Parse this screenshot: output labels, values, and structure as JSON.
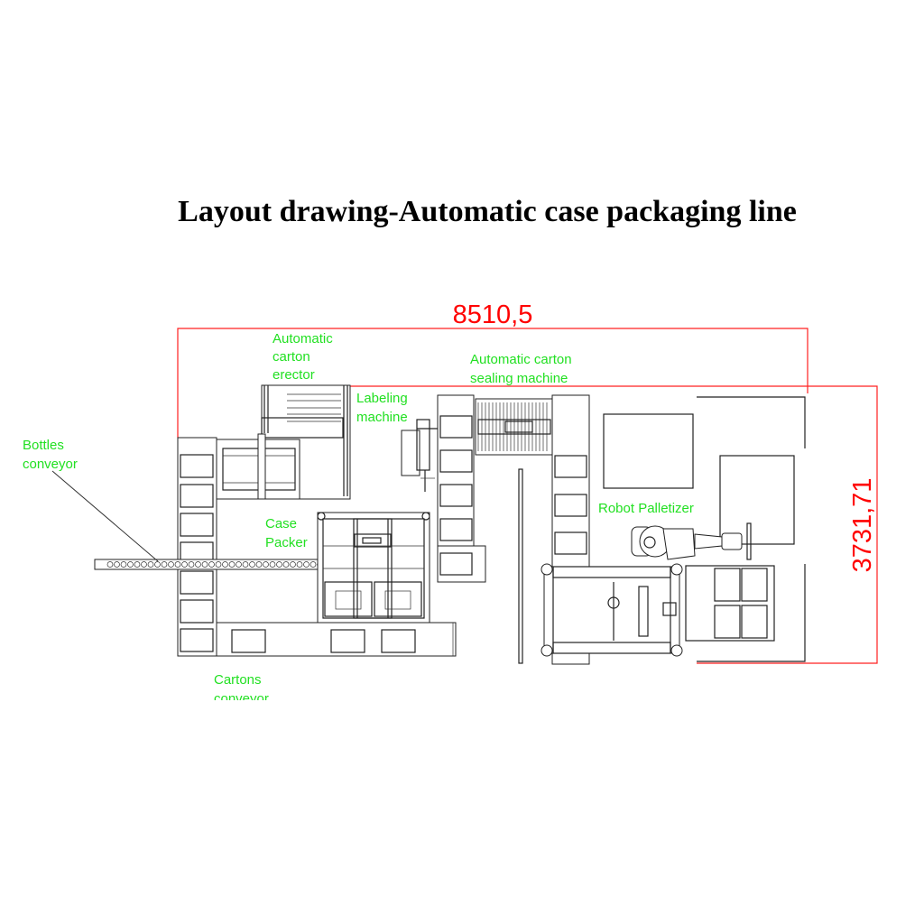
{
  "title": "Layout drawing-Automatic case packaging line",
  "dimensions": {
    "width": "8510,5",
    "height": "3731,71"
  },
  "labels": {
    "carton_erector": [
      "Automatic",
      "carton",
      "erector"
    ],
    "sealing_machine": [
      "Automatic carton",
      "sealing machine"
    ],
    "labeling_machine": [
      "Labeling",
      "machine"
    ],
    "bottles_conveyor": [
      "Bottles",
      "conveyor"
    ],
    "case_packer": [
      "Case",
      "Packer"
    ],
    "robot_palletizer": "Robot Palletizer",
    "cartons_conveyor": [
      "Cartons",
      "conveyor"
    ]
  },
  "colors": {
    "dimension": "#ff0000",
    "label": "#22e022",
    "drawing": "#222222"
  }
}
